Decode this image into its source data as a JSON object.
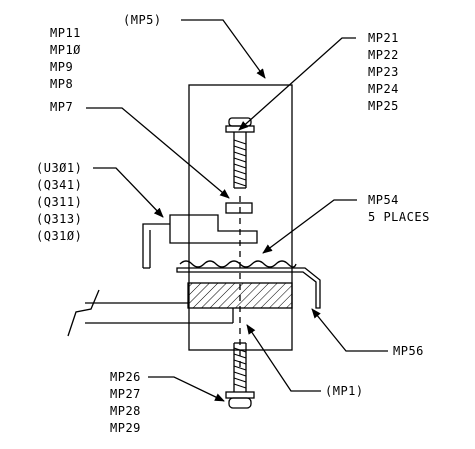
{
  "labels": {
    "mp11": "MP11",
    "mp10": "MP1Ø",
    "mp9": "MP9",
    "mp8": "MP8",
    "mp7": "MP7",
    "mp5": "(MP5)",
    "mp21": "MP21",
    "mp22": "MP22",
    "mp23": "MP23",
    "mp24": "MP24",
    "mp25": "MP25",
    "u301": "(U3Ø1)",
    "q341": "(Q341)",
    "q311": "(Q311)",
    "q313": "(Q313)",
    "q310": "(Q31Ø)",
    "mp54": "MP54",
    "places": "5 PLACES",
    "mp56": "MP56",
    "mp1": "(MP1)",
    "mp26": "MP26",
    "mp27": "MP27",
    "mp28": "MP28",
    "mp29": "MP29"
  }
}
